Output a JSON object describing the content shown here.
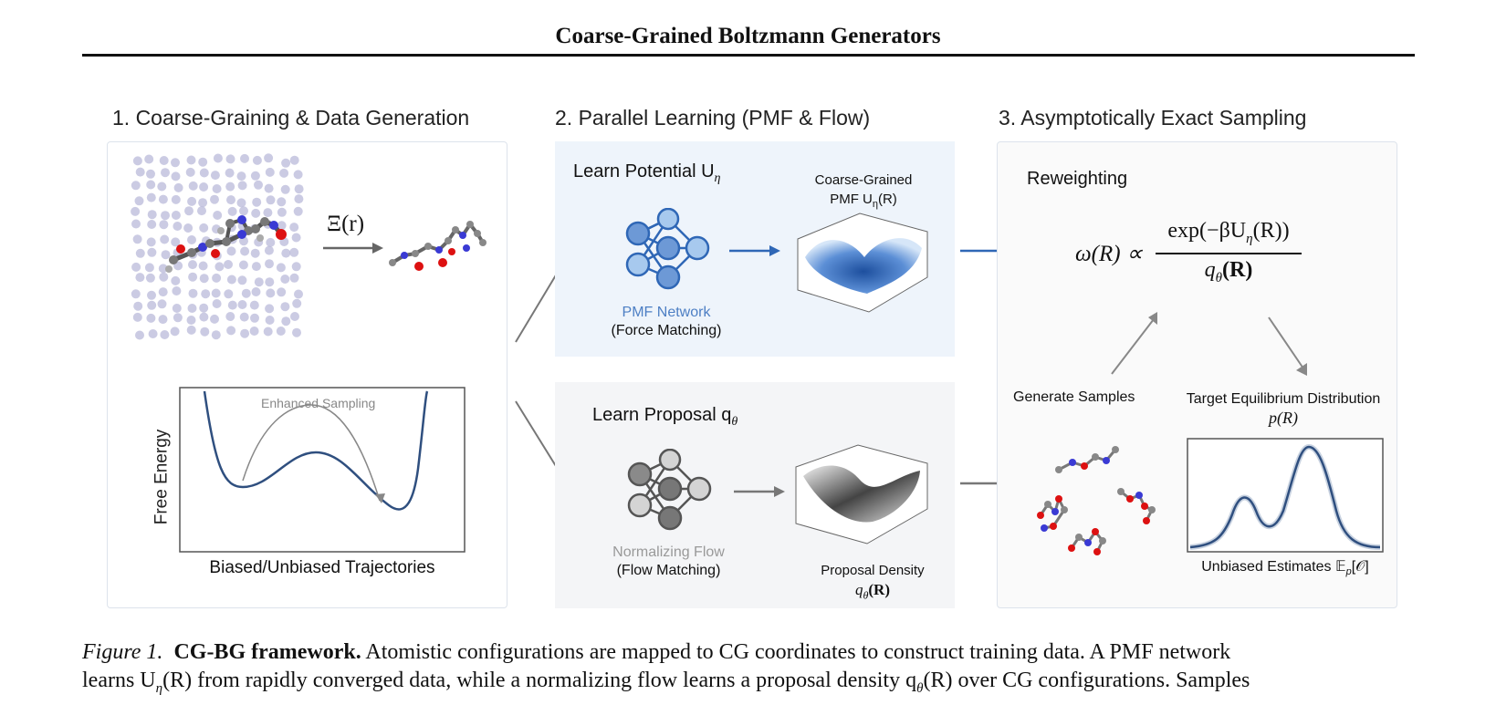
{
  "header": {
    "title": "Coarse-Grained Boltzmann Generators"
  },
  "sections": {
    "s1": {
      "title": "1. Coarse-Graining & Data Generation"
    },
    "s2": {
      "title": "2. Parallel Learning (PMF & Flow)"
    },
    "s3": {
      "title": "3. Asymptotically Exact Sampling"
    }
  },
  "panel1": {
    "mapping_label": "Ξ(r)",
    "energy_plot": {
      "ylabel": "Free Energy",
      "xlabel": "Biased/Unbiased Trajectories",
      "annotation": "Enhanced Sampling"
    }
  },
  "panel2": {
    "top": {
      "heading": "Learn Potential U",
      "heading_sub": "η",
      "net_label": "PMF Network",
      "net_sub": "(Force Matching)",
      "surface_label_1": "Coarse-Grained",
      "surface_label_2": "PMF U",
      "surface_label_2_sub": "η",
      "surface_label_2_arg": "(R)"
    },
    "bottom": {
      "heading": "Learn Proposal q",
      "heading_sub": "θ",
      "net_label": "Normalizing Flow",
      "net_sub": "(Flow Matching)",
      "surface_label_1": "Proposal Density",
      "surface_label_2": "q",
      "surface_label_2_sub": "θ",
      "surface_label_2_arg": "(R)"
    }
  },
  "panel3": {
    "reweighting": "Reweighting",
    "formula": {
      "lhs": "ω(R) ∝",
      "numerator_a": "exp(−βU",
      "numerator_sub": "η",
      "numerator_b": "(R))",
      "denominator_a": "q",
      "denominator_sub": "θ",
      "denominator_b": "(R)"
    },
    "generate": "Generate Samples",
    "target_1": "Target Equilibrium Distribution",
    "target_2": "p(R)",
    "estimates": "Unbiased Estimates 𝔼",
    "estimates_sub": "p",
    "estimates_tail": "[𝒪]"
  },
  "caption": {
    "label": "Figure 1.",
    "bold": "CG-BG framework.",
    "line1_rest": " Atomistic configurations are mapped to CG coordinates to construct training data.  A PMF network",
    "line2": "learns U",
    "line2_sub": "η",
    "line2_b": "(R) from rapidly converged data, while a normalizing flow learns a proposal density q",
    "line2_sub2": "θ",
    "line2_c": "(R) over CG configurations. Samples"
  },
  "colors": {
    "blue": "#2f67b6",
    "blue_light": "#a7c9ee",
    "grey_dark": "#5d5d5d",
    "grey_light": "#d4d4d4",
    "panel_blue": "#eef4fb",
    "panel_grey": "#f4f5f7",
    "curve": "#2f4f7f"
  }
}
